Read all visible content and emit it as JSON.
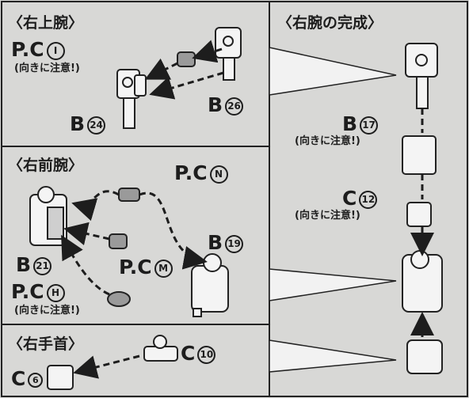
{
  "sections": {
    "upper_arm": {
      "title": "〈右上腕〉",
      "pc": {
        "prefix": "P.C",
        "mark": "I",
        "note": "(向きに注意!)"
      },
      "b_left": {
        "prefix": "B",
        "mark": "24"
      },
      "b_right": {
        "prefix": "B",
        "mark": "26"
      }
    },
    "forearm": {
      "title": "〈右前腕〉",
      "pc_n": {
        "prefix": "P.C",
        "mark": "N"
      },
      "pc_m": {
        "prefix": "P.C",
        "mark": "M"
      },
      "pc_h": {
        "prefix": "P.C",
        "mark": "H",
        "note": "(向きに注意!)"
      },
      "b21": {
        "prefix": "B",
        "mark": "21"
      },
      "b19": {
        "prefix": "B",
        "mark": "19"
      }
    },
    "wrist": {
      "title": "〈右手首〉",
      "c6": {
        "prefix": "C",
        "mark": "6"
      },
      "c10": {
        "prefix": "C",
        "mark": "10"
      }
    },
    "complete": {
      "title": "〈右腕の完成〉",
      "b17": {
        "prefix": "B",
        "mark": "17",
        "note": "(向きに注意!)"
      },
      "c12": {
        "prefix": "C",
        "mark": "12",
        "note": "(向きに注意!)"
      }
    }
  }
}
